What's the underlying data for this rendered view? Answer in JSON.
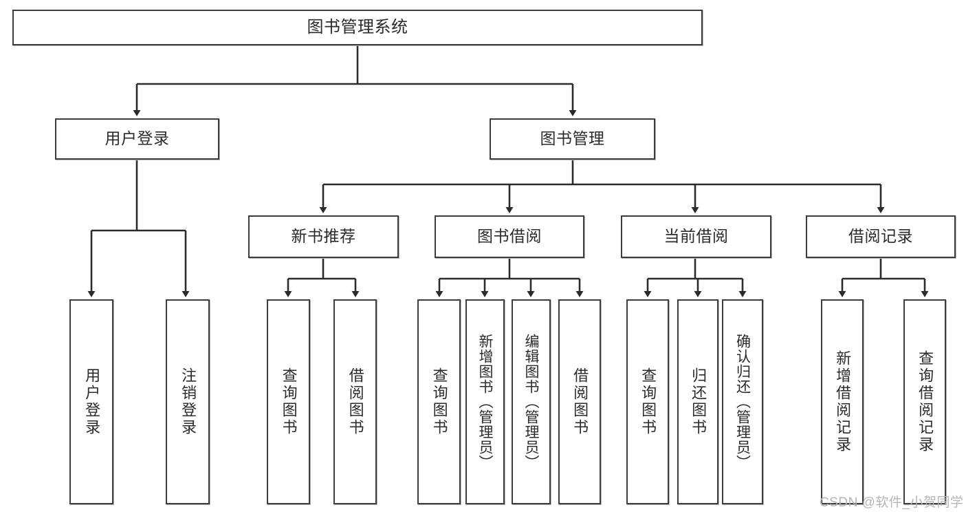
{
  "diagram": {
    "title": "图书管理系统",
    "type": "hierarchy-tree",
    "watermark": "CSDN @软件_小贺同学",
    "nodes": {
      "root": {
        "label": "图书管理系统"
      },
      "level2": [
        {
          "id": "user-login",
          "label": "用户登录"
        },
        {
          "id": "book-management",
          "label": "图书管理"
        }
      ],
      "level3": [
        {
          "id": "new-book-recommend",
          "label": "新书推荐"
        },
        {
          "id": "book-borrow",
          "label": "图书借阅"
        },
        {
          "id": "current-borrow",
          "label": "当前借阅"
        },
        {
          "id": "borrow-record",
          "label": "借阅记录"
        }
      ],
      "leaves": [
        {
          "id": "leaf-user-login",
          "label": "用户登录",
          "parent": "user-login"
        },
        {
          "id": "leaf-logout",
          "label": "注销登录",
          "parent": "user-login"
        },
        {
          "id": "leaf-query-book-1",
          "label": "查询图书",
          "parent": "new-book-recommend"
        },
        {
          "id": "leaf-borrow-book-1",
          "label": "借阅图书",
          "parent": "new-book-recommend"
        },
        {
          "id": "leaf-query-book-2",
          "label": "查询图书",
          "parent": "book-borrow"
        },
        {
          "id": "leaf-add-book",
          "label": "新增图书（管理员）",
          "parent": "book-borrow"
        },
        {
          "id": "leaf-edit-book",
          "label": "编辑图书（管理员）",
          "parent": "book-borrow"
        },
        {
          "id": "leaf-borrow-book-2",
          "label": "借阅图书",
          "parent": "book-borrow"
        },
        {
          "id": "leaf-query-book-3",
          "label": "查询图书",
          "parent": "current-borrow"
        },
        {
          "id": "leaf-return-book",
          "label": "归还图书",
          "parent": "current-borrow"
        },
        {
          "id": "leaf-confirm-return",
          "label": "确认归还（管理员）",
          "parent": "current-borrow"
        },
        {
          "id": "leaf-add-record",
          "label": "新增借阅记录",
          "parent": "borrow-record"
        },
        {
          "id": "leaf-query-record",
          "label": "查询借阅记录",
          "parent": "borrow-record"
        }
      ]
    },
    "colors": {
      "border": "#3c3c3c",
      "text": "#2b2b2b",
      "background": "#ffffff",
      "edge": "#2b2b2b",
      "watermark": "#b5b5b5"
    }
  }
}
